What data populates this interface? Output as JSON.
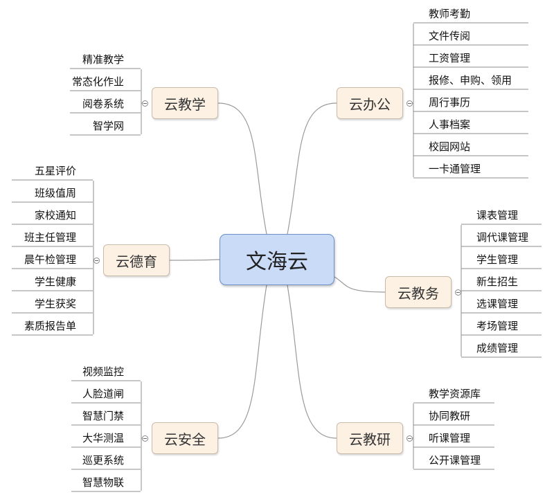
{
  "center": {
    "label": "文海云"
  },
  "branches": [
    {
      "key": "jiaoxue",
      "label": "云教学",
      "items": [
        "精准教学",
        "常态化作业",
        "阅卷系统",
        "智学网"
      ]
    },
    {
      "key": "bangong",
      "label": "云办公",
      "items": [
        "教师考勤",
        "文件传阅",
        "工资管理",
        "报修、申购、领用",
        "周行事历",
        "人事档案",
        "校园网站",
        "一卡通管理"
      ]
    },
    {
      "key": "deyu",
      "label": "云德育",
      "items": [
        "五星评价",
        "班级值周",
        "家校通知",
        "班主任管理",
        "晨午检管理",
        "学生健康",
        "学生获奖",
        "素质报告单"
      ]
    },
    {
      "key": "jiaowu",
      "label": "云教务",
      "items": [
        "课表管理",
        "调代课管理",
        "学生管理",
        "新生招生",
        "选课管理",
        "考场管理",
        "成绩管理"
      ]
    },
    {
      "key": "anquan",
      "label": "云安全",
      "items": [
        "视频监控",
        "人脸道闸",
        "智慧门禁",
        "大华测温",
        "巡更系统",
        "智慧物联"
      ]
    },
    {
      "key": "jiaoyan",
      "label": "云教研",
      "items": [
        "教学资源库",
        "协同教研",
        "听课管理",
        "公开课管理"
      ]
    }
  ]
}
